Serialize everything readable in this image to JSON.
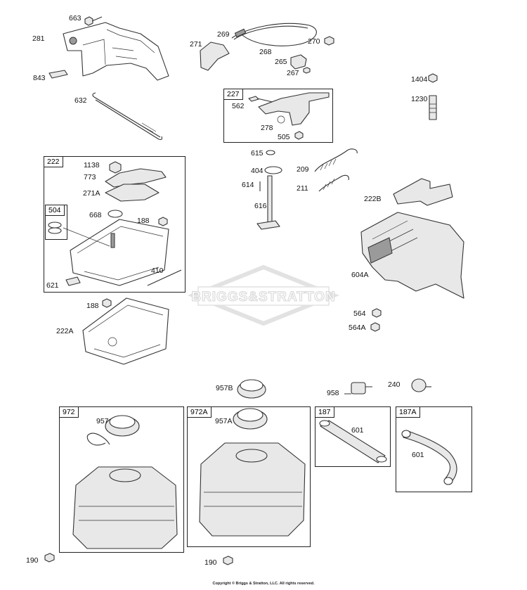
{
  "labels": [
    {
      "id": "663",
      "t": "663"
    },
    {
      "id": "281",
      "t": "281"
    },
    {
      "id": "843",
      "t": "843"
    },
    {
      "id": "632",
      "t": "632"
    },
    {
      "id": "271",
      "t": "271"
    },
    {
      "id": "269",
      "t": "269"
    },
    {
      "id": "268",
      "t": "268"
    },
    {
      "id": "270",
      "t": "270"
    },
    {
      "id": "265",
      "t": "265"
    },
    {
      "id": "267",
      "t": "267"
    },
    {
      "id": "562",
      "t": "562"
    },
    {
      "id": "278",
      "t": "278"
    },
    {
      "id": "505",
      "t": "505"
    },
    {
      "id": "1404",
      "t": "1404"
    },
    {
      "id": "1230",
      "t": "1230"
    },
    {
      "id": "1138",
      "t": "1138"
    },
    {
      "id": "773",
      "t": "773"
    },
    {
      "id": "271A",
      "t": "271A"
    },
    {
      "id": "668",
      "t": "668"
    },
    {
      "id": "188a",
      "t": "188"
    },
    {
      "id": "410",
      "t": "410"
    },
    {
      "id": "621",
      "t": "621"
    },
    {
      "id": "615",
      "t": "615"
    },
    {
      "id": "404",
      "t": "404"
    },
    {
      "id": "614",
      "t": "614"
    },
    {
      "id": "616",
      "t": "616"
    },
    {
      "id": "209",
      "t": "209"
    },
    {
      "id": "211",
      "t": "211"
    },
    {
      "id": "222B",
      "t": "222B"
    },
    {
      "id": "604A",
      "t": "604A"
    },
    {
      "id": "564",
      "t": "564"
    },
    {
      "id": "564A",
      "t": "564A"
    },
    {
      "id": "188b",
      "t": "188"
    },
    {
      "id": "222A",
      "t": "222A"
    },
    {
      "id": "957B",
      "t": "957B"
    },
    {
      "id": "958",
      "t": "958"
    },
    {
      "id": "240",
      "t": "240"
    },
    {
      "id": "957",
      "t": "957"
    },
    {
      "id": "957A",
      "t": "957A"
    },
    {
      "id": "601a",
      "t": "601"
    },
    {
      "id": "601b",
      "t": "601"
    },
    {
      "id": "190a",
      "t": "190"
    },
    {
      "id": "190b",
      "t": "190"
    }
  ],
  "boxes": {
    "b227": "227",
    "b222": "222",
    "b504": "504",
    "b972": "972",
    "b972A": "972A",
    "b187": "187",
    "b187A": "187A"
  },
  "watermark": "BRIGGS&STRATTON",
  "copyright": "Copyright © Briggs & Stratton, LLC. All rights reserved."
}
